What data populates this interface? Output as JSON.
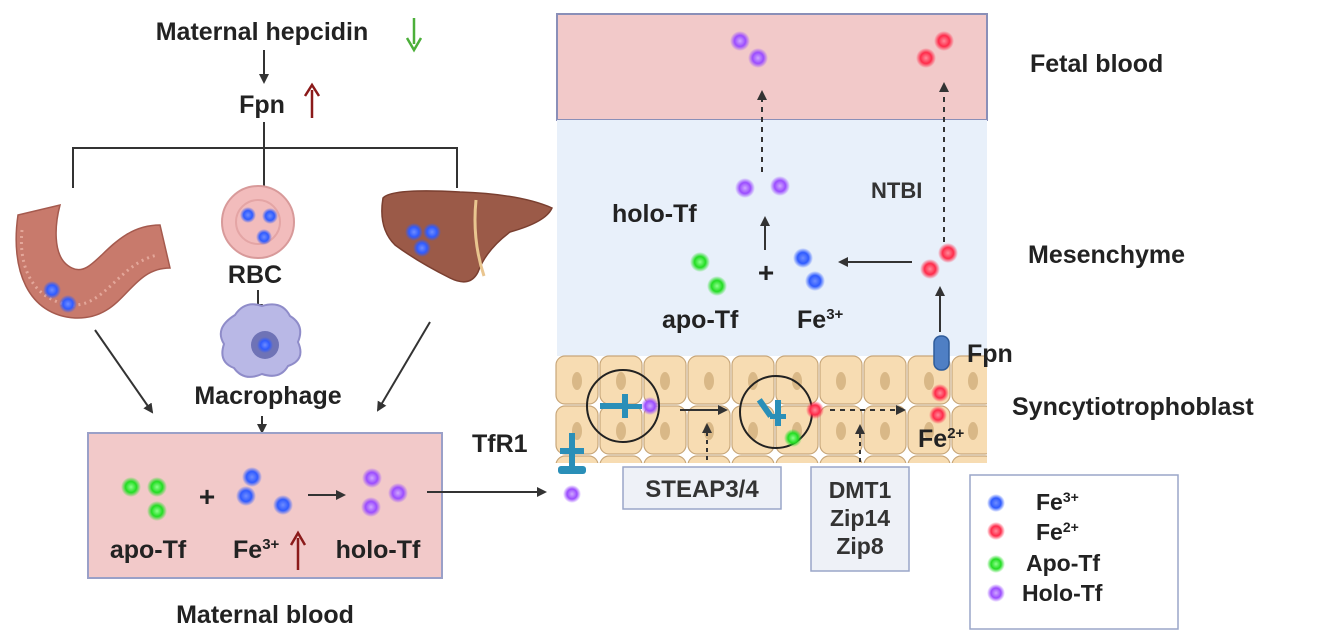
{
  "maternal": {
    "hepcidin_label": "Maternal hepcidin",
    "fpn_label": "Fpn",
    "rbc_label": "RBC",
    "macrophage_label": "Macrophage",
    "apo_tf_label": "apo-Tf",
    "fe3_base": "Fe",
    "fe3_sup": "3+",
    "holo_tf_label": "holo-Tf",
    "plus": "+",
    "blood_label": "Maternal blood"
  },
  "transfer": {
    "tfr1_label": "TfR1",
    "steap_label": "STEAP3/4",
    "dmt1_lines": [
      "DMT1",
      "Zip14",
      "Zip8"
    ],
    "fe2_base": "Fe",
    "fe2_sup": "2+",
    "fpn_label": "Fpn"
  },
  "fetal": {
    "fetal_blood_label": "Fetal blood",
    "mesenchyme_label": "Mesenchyme",
    "syncytio_label": "Syncytiotrophoblast",
    "holo_tf_label": "holo-Tf",
    "ntbi_label": "NTBI",
    "apo_tf_label": "apo-Tf",
    "fe3_base": "Fe",
    "fe3_sup": "3+",
    "plus": "+"
  },
  "legend": {
    "items": [
      {
        "base": "Fe",
        "sup": "3+",
        "color": "#2f5bff"
      },
      {
        "base": "Fe",
        "sup": "2+",
        "color": "#ff2b4a"
      },
      {
        "base": "Apo-Tf",
        "sup": "",
        "color": "#22dd22"
      },
      {
        "base": "Holo-Tf",
        "sup": "",
        "color": "#9b4dff"
      }
    ]
  },
  "colors": {
    "fe3": "#2f5bff",
    "fe2": "#ff2b4a",
    "apo_tf": "#22dd22",
    "holo_tf": "#9b4dff",
    "down_arrow": "#4caf3a",
    "up_arrow": "#8b1a1a",
    "receptor": "#2a8fb8"
  }
}
